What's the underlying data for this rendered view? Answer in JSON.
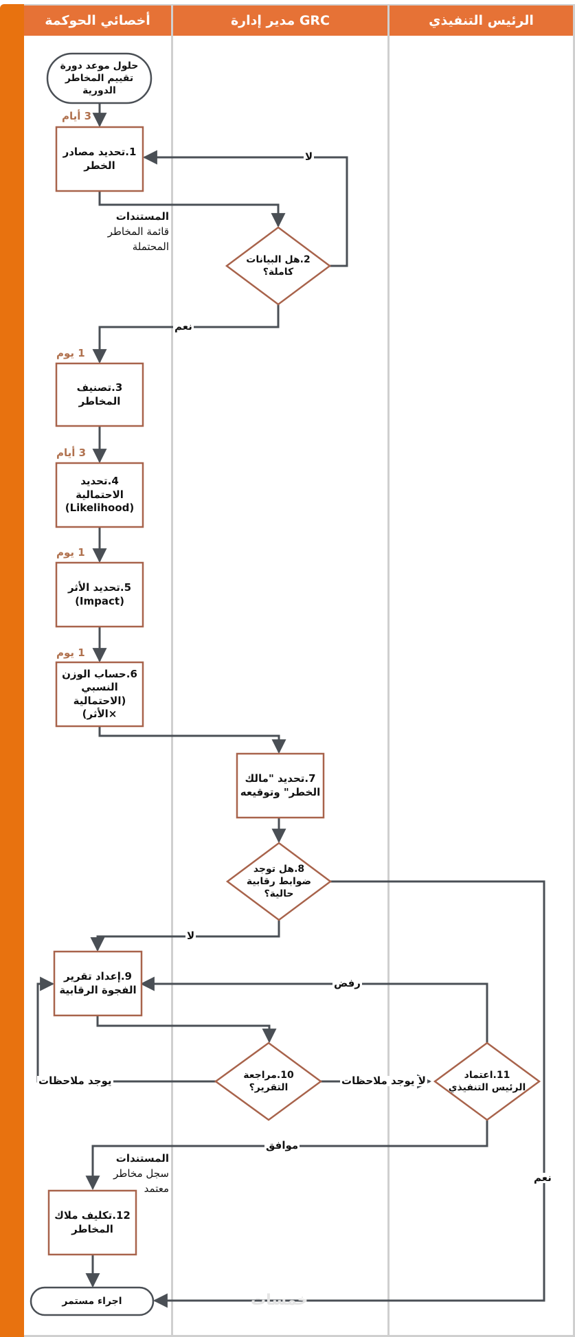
{
  "lanes": [
    {
      "id": "governance",
      "label": "أخصائي الحوكمة"
    },
    {
      "id": "grc",
      "label": "مدير إدارة GRC"
    },
    {
      "id": "ceo",
      "label": "الرئيس التنفيذي"
    }
  ],
  "colors": {
    "header": "#e67236",
    "side_bar": "#e8720f",
    "node_border": "#a8634b",
    "connector": "#4a4f55",
    "duration": "#b0714e",
    "lane_divider": "#cfcfcf"
  },
  "nodes": {
    "start": {
      "type": "terminal",
      "text": "حلول موعد دورة تقييم المخاطر الدورية"
    },
    "n1": {
      "type": "process",
      "text": "1.تحديد مصادر الخطر",
      "duration": "3 أيام"
    },
    "n2": {
      "type": "decision",
      "text": "2.هل البيانات كاملة؟"
    },
    "n3": {
      "type": "process",
      "text": "3.تصنيف المخاطر",
      "duration": "1 يوم"
    },
    "n4": {
      "type": "process",
      "text": "4.تحديد الاحتمالية (Likelihood)",
      "duration": "3 أيام"
    },
    "n5": {
      "type": "process",
      "text": "5.تحديد الأثر (Impact)",
      "duration": "1 يوم"
    },
    "n6": {
      "type": "process",
      "text": "6.حساب الوزن النسبي (الاحتمالية ×الأثر)",
      "duration": "1 يوم"
    },
    "n7": {
      "type": "process",
      "text": "7.تحديد \"مالك الخطر\" وتوقيعه"
    },
    "n8": {
      "type": "decision",
      "text": "8.هل توجد ضوابط رقابية حالية؟"
    },
    "n9": {
      "type": "process",
      "text": "9.إعداد تقرير الفجوة الرقابية"
    },
    "n10": {
      "type": "decision",
      "text": "10.مراجعة التقرير؟"
    },
    "n11": {
      "type": "decision",
      "text": "11.اعتماد الرئيس التنفيذي"
    },
    "n12": {
      "type": "process",
      "text": "12.تكليف ملاك المخاطر"
    },
    "end": {
      "type": "terminal",
      "text": "اجراء مستمر"
    }
  },
  "edge_labels": {
    "n2_no": "لا",
    "n2_yes": "نعم",
    "n8_no": "لا",
    "n8_yes": "نعم",
    "n10_has_notes": "يوجد ملاحظات",
    "n10_no_notes": "لا يوجد ملاحظات",
    "n11_reject": "رفض",
    "n11_approve": "موافق"
  },
  "documents": [
    {
      "title": "المستندات",
      "lines": [
        "قائمة المخاطر",
        "المحتملة"
      ]
    },
    {
      "title": "المستندات",
      "lines": [
        "سجل مخاطر",
        "معتمد"
      ]
    }
  ],
  "watermark": "خمسات"
}
